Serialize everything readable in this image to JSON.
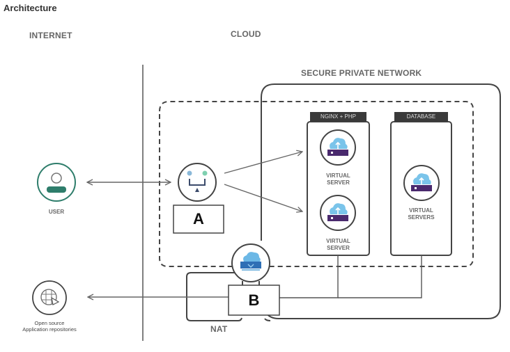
{
  "title": "Architecture",
  "zones": {
    "internet": "INTERNET",
    "cloud": "CLOUD",
    "secure_private_network": "SECURE PRIVATE NETWORK"
  },
  "nodes": {
    "user": {
      "label": "USER",
      "icon": "user-icon"
    },
    "repos": {
      "label_line1": "Open source",
      "label_line2": "Application repositories",
      "icon": "globe-icon"
    },
    "load_balancer": {
      "icon": "load-balancer-icon",
      "box_label": "A"
    },
    "gateway": {
      "icon": "cloud-server-icon",
      "box_label": "B",
      "nat_label": "NAT"
    }
  },
  "groups": {
    "web": {
      "tag": "NGINX + PHP",
      "servers": [
        {
          "label_line1": "VIRTUAL",
          "label_line2": "SERVER",
          "icon": "cloud-server-icon"
        },
        {
          "label_line1": "VIRTUAL",
          "label_line2": "SERVER",
          "icon": "cloud-server-icon"
        }
      ]
    },
    "database": {
      "tag": "DATABASE",
      "servers": [
        {
          "label_line1": "VIRTUAL",
          "label_line2": "SERVERS",
          "icon": "cloud-server-icon"
        }
      ]
    }
  },
  "colors": {
    "line": "#555555",
    "user_green": "#2e7d6b",
    "cloud_blue": "#5aaee0",
    "server_purple": "#4a2a6e",
    "gateway_blue": "#3a7cc0"
  }
}
